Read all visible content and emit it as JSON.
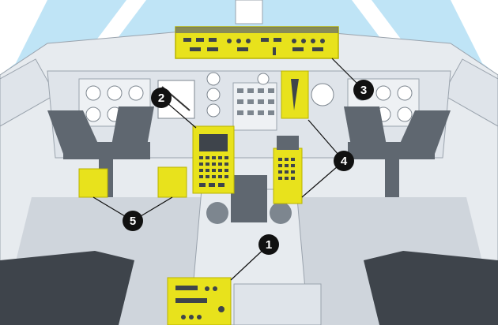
{
  "colors": {
    "sky": "#bfe4f6",
    "frame": "#ffffff",
    "outline": "#9aa3ad",
    "panel": "#dfe4ea",
    "dark": "#5f6770",
    "seat": "#3e444b",
    "highlight": "#e8e21c",
    "highlight_stroke": "#b9b300",
    "callout": "#111111",
    "floor": "#cfd5dc"
  },
  "callouts": [
    {
      "label": "1"
    },
    {
      "label": "2"
    },
    {
      "label": "3"
    },
    {
      "label": "4"
    },
    {
      "label": "5"
    }
  ]
}
